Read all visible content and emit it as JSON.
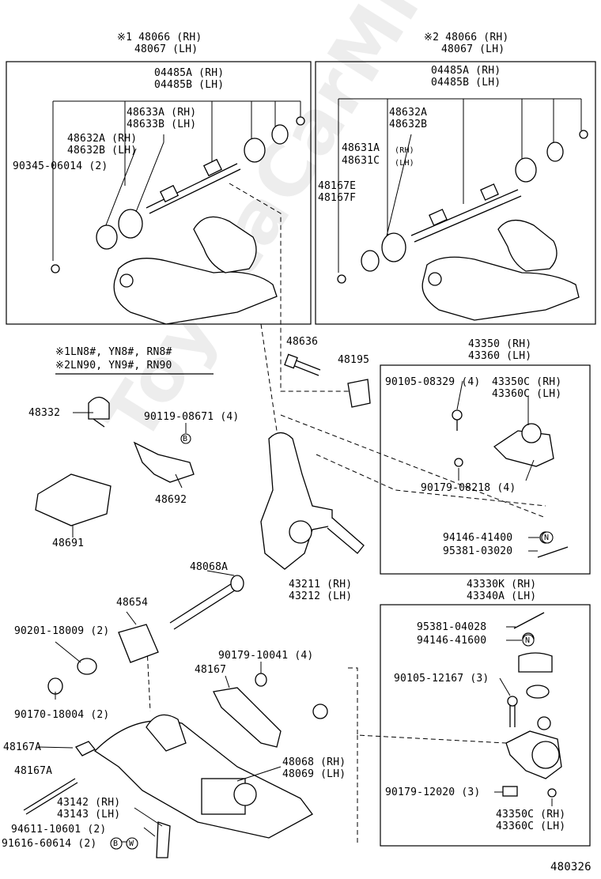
{
  "watermark": "ToyotaCarMira.ru",
  "diagram_code": "480326",
  "legend": {
    "line1": "※1LN8#, YN8#, RN8#",
    "line2": "※2LN90, YN9#, RN90"
  },
  "upper_left": {
    "assy_rh": "※1 48066 (RH)",
    "assy_lh": "48067 (LH)",
    "p1_rh": "04485A (RH)",
    "p1_lh": "04485B (LH)",
    "p2_rh": "48633A (RH)",
    "p2_lh": "48633B (LH)",
    "p3_rh": "48632A (RH)",
    "p3_lh": "48632B (LH)",
    "bolt": "90345-06014 (2)"
  },
  "upper_right": {
    "assy_rh": "※2 48066 (RH)",
    "assy_lh": "48067 (LH)",
    "p1_rh": "04485A (RH)",
    "p1_lh": "04485B (LH)",
    "p2_a": "48632A",
    "p2_b": "48632B",
    "p3_a": "48631A",
    "p3_a_side": "(RH)",
    "p3_b": "48631C",
    "p3_b_side": "(LH)",
    "p4_a": "48167E",
    "p4_b": "48167F"
  },
  "middle": {
    "bolt": "48636",
    "plate": "48195",
    "ball_joint_rh": "43350 (RH)",
    "ball_joint_lh": "43360 (LH)",
    "bj_bolt": "90105-08329 (4)",
    "bj_sub_rh": "43350C (RH)",
    "bj_sub_lh": "43360C (LH)",
    "bj_nut": "90179-08218 (4)",
    "bj_castle_nut": "94146-41400",
    "bj_pin": "95381-03020",
    "stopper": "48332",
    "bracket_bolt": "90119-08671 (4)",
    "bracket": "48692",
    "cover": "48691",
    "knuckle_rh": "43211 (RH)",
    "knuckle_lh": "43212 (LH)"
  },
  "lower": {
    "bolt_long": "48068A",
    "bushing": "48654",
    "washer": "90201-18009 (2)",
    "nut_small": "90179-10041 (4)",
    "strut_bar": "48167",
    "nut_lower": "90170-18004 (2)",
    "bolt_a": "48167A",
    "bolt_b": "48167A",
    "arm_rh": "48068 (RH)",
    "arm_lh": "48069 (LH)",
    "brkt_rh": "43142 (RH)",
    "brkt_lh": "43143 (LH)",
    "nut_1": "94611-10601 (2)",
    "nut_2": "91616-60614 (2)",
    "lbj_rh": "43330K (RH)",
    "lbj_lh": "43340A (LH)",
    "lbj_pin": "95381-04028",
    "lbj_nut": "94146-41600",
    "lbj_bolt": "90105-12167 (3)",
    "lbj_nut2": "90179-12020 (3)",
    "lbj_sub_rh": "43350C (RH)",
    "lbj_sub_lh": "43360C (LH)"
  },
  "markers": {
    "b": "B",
    "n": "N",
    "w": "W"
  }
}
